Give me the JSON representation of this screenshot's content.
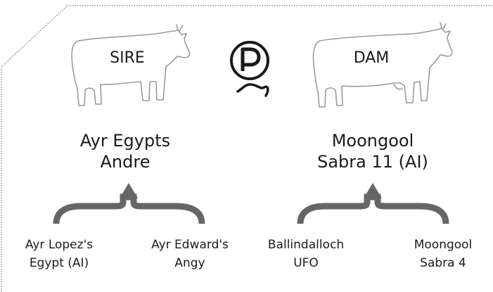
{
  "sire": {
    "role": "SIRE",
    "name_line1": "Ayr Egypts",
    "name_line2": "Andre",
    "parents": [
      {
        "line1": "Ayr Lopez's",
        "line2": "Egypt (AI)"
      },
      {
        "line1": "Ayr Edward's",
        "line2": "Angy"
      }
    ]
  },
  "dam": {
    "role": "DAM",
    "name_line1": "Moongool",
    "name_line2": "Sabra 11 (AI)",
    "parents": [
      {
        "line1": "Ballindalloch",
        "line2": "UFO"
      },
      {
        "line1": "Moongool",
        "line2": "Sabra 4"
      }
    ]
  },
  "logo": {
    "letter": "P"
  },
  "colors": {
    "text": "#1a1a1a",
    "bracket": "#666666",
    "outline": "#999999",
    "border_dots": "#777777"
  }
}
